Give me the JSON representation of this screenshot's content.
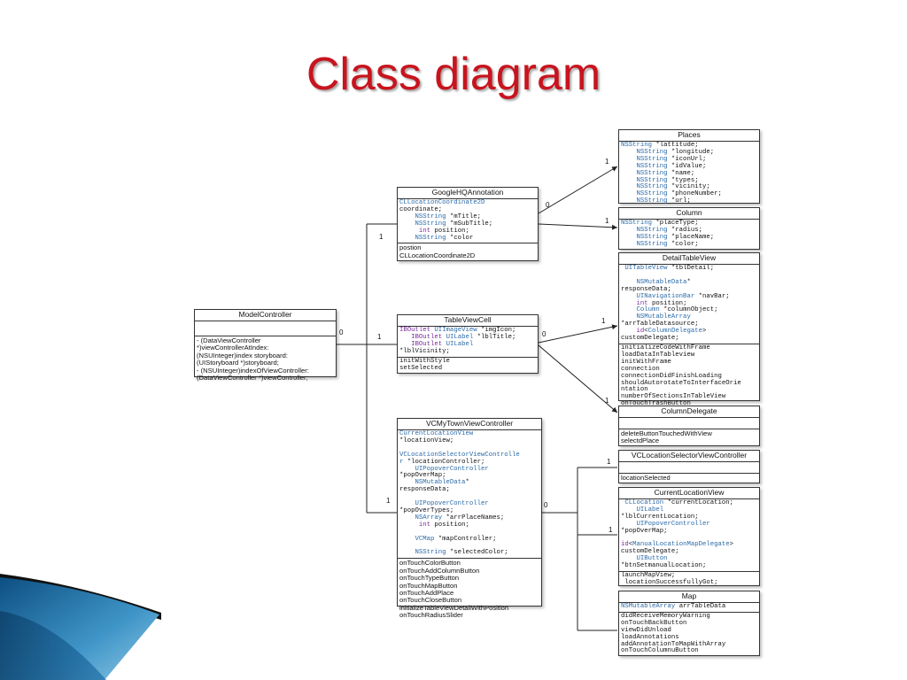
{
  "title": "Class diagram",
  "colors": {
    "title": "#c8141e",
    "keyword": "#7a2a9a",
    "type": "#2a6aa8",
    "deco": "#1e6fa8"
  },
  "classes": {
    "model_controller": {
      "name": "ModelController",
      "methods": "- (DataViewController\n*)viewControllerAtIndex:\n(NSUInteger)index storyboard:\n(UIStoryboard *)storyboard;\n- (NSUInteger)indexOfViewController:\n(DataViewController *)viewController;"
    },
    "google_hq": {
      "name": "GoogleHQAnnotation",
      "attrs": "CLLocationCoordinate2D\ncoordinate;\n    NSString *mTitle;\n    NSString *mSubTitle;\n     int position;\n    NSString *color",
      "methods": "postion\nCLLocationCoordinate2D"
    },
    "table_view_cell": {
      "name": "TableViewCell",
      "attrs": "IBOutlet UIImageView *imgIcon;\n   IBOutlet UILabel *lblTitle;\n   IBOutlet UILabel\n*lblVicinity;",
      "methods": "initWithStyle\nsetSelected"
    },
    "vc_my_town": {
      "name": "VCMyTownViewController",
      "attrs": "CurrentLocationView\n*locationView;\n\nVCLocationSelectorViewControlle\nr *locationController;\n    UIPopoverController\n*popOverMap;\n    NSMutableData*\nresponseData;\n\n    UIPopoverController\n*popOverTypes;\n    NSArray *arrPlaceNames;\n     int position;\n\n    VCMap *mapController;\n\n    NSString *selectedColor;",
      "methods": "onTouchColorButton\nonTouchAddColumnButton\nonTouchTypeButton\nonTouchMapButton\nonTouchAddPlace\nonTouchCloseButton\ninitializeTableViewDetailWithPosition\nonTouchRadiusSlider"
    },
    "places": {
      "name": "Places",
      "attrs": "NSString *lattitude;\n    NSString *longitude;\n    NSString *iconUrl;\n    NSString *idValue;\n    NSString *name;\n    NSString *types;\n    NSString *vicinity;\n    NSString *phoneNumber;\n    NSString *url;"
    },
    "column": {
      "name": "Column",
      "attrs": "NSString *placeType;\n    NSString *radius;\n    NSString *placeName;\n    NSString *color;"
    },
    "detail_table_view": {
      "name": "DetailTableView",
      "attrs": " UITableView *tblDetail;\n\n    NSMutableData*\nresponseData;\n    UINavigationBar *navBar;\n    int position;\n    Column *columnObject;\n    NSMutableArray\n*arrTableDatasource;\n    id<ColumnDelegate>\ncustomDelegate;",
      "methods": "initializeCodeWithFrame\nloadDataInTableview\ninitWithFrame\nconnection\nconnectionDidFinishLoading\nshouldAutorotateToInterfaceOrie\nntation\nnumberOfSectionsInTableView\nonTouchTrashButton"
    },
    "column_delegate": {
      "name": "ColumnDelegate",
      "methods": "deleteButtonTouchedWithView\nselectdPlace"
    },
    "vc_location_selector": {
      "name": "VCLocationSelectorViewController",
      "methods": "locationSelected"
    },
    "current_location_view": {
      "name": "CurrentLocationView",
      "attrs": " CLLocation *currentLocation;\n    UILabel\n*lblCurrentLocation;\n    UIPopoverController\n*popOverMap;\n\nid<ManualLocationMapDelegate>\ncustomDelegate;\n    UIButton\n*btnSetmanualLocation;",
      "methods": "launchMapView;\n locationSuccessfullyGot;"
    },
    "map": {
      "name": "Map",
      "attrs": "NSMutableArray arrTableData",
      "methods": "didReceiveMemoryWarning\nonTouchBackButton\nviewDidUnload\nloadAnnotations\naddAnnotationToMapWithArray\nonTouchColumnuButton"
    }
  },
  "multiplicities": {
    "mc_out": "0",
    "mc_google": "1",
    "mc_cell": "1",
    "mc_vc": "1",
    "google_out": "0",
    "google_places": "1",
    "google_column": "1",
    "cell_out": "0",
    "cell_detail": "1",
    "cell_delegate": "1",
    "vc_out": "0",
    "vc_selector": "1",
    "vc_current": "1"
  }
}
